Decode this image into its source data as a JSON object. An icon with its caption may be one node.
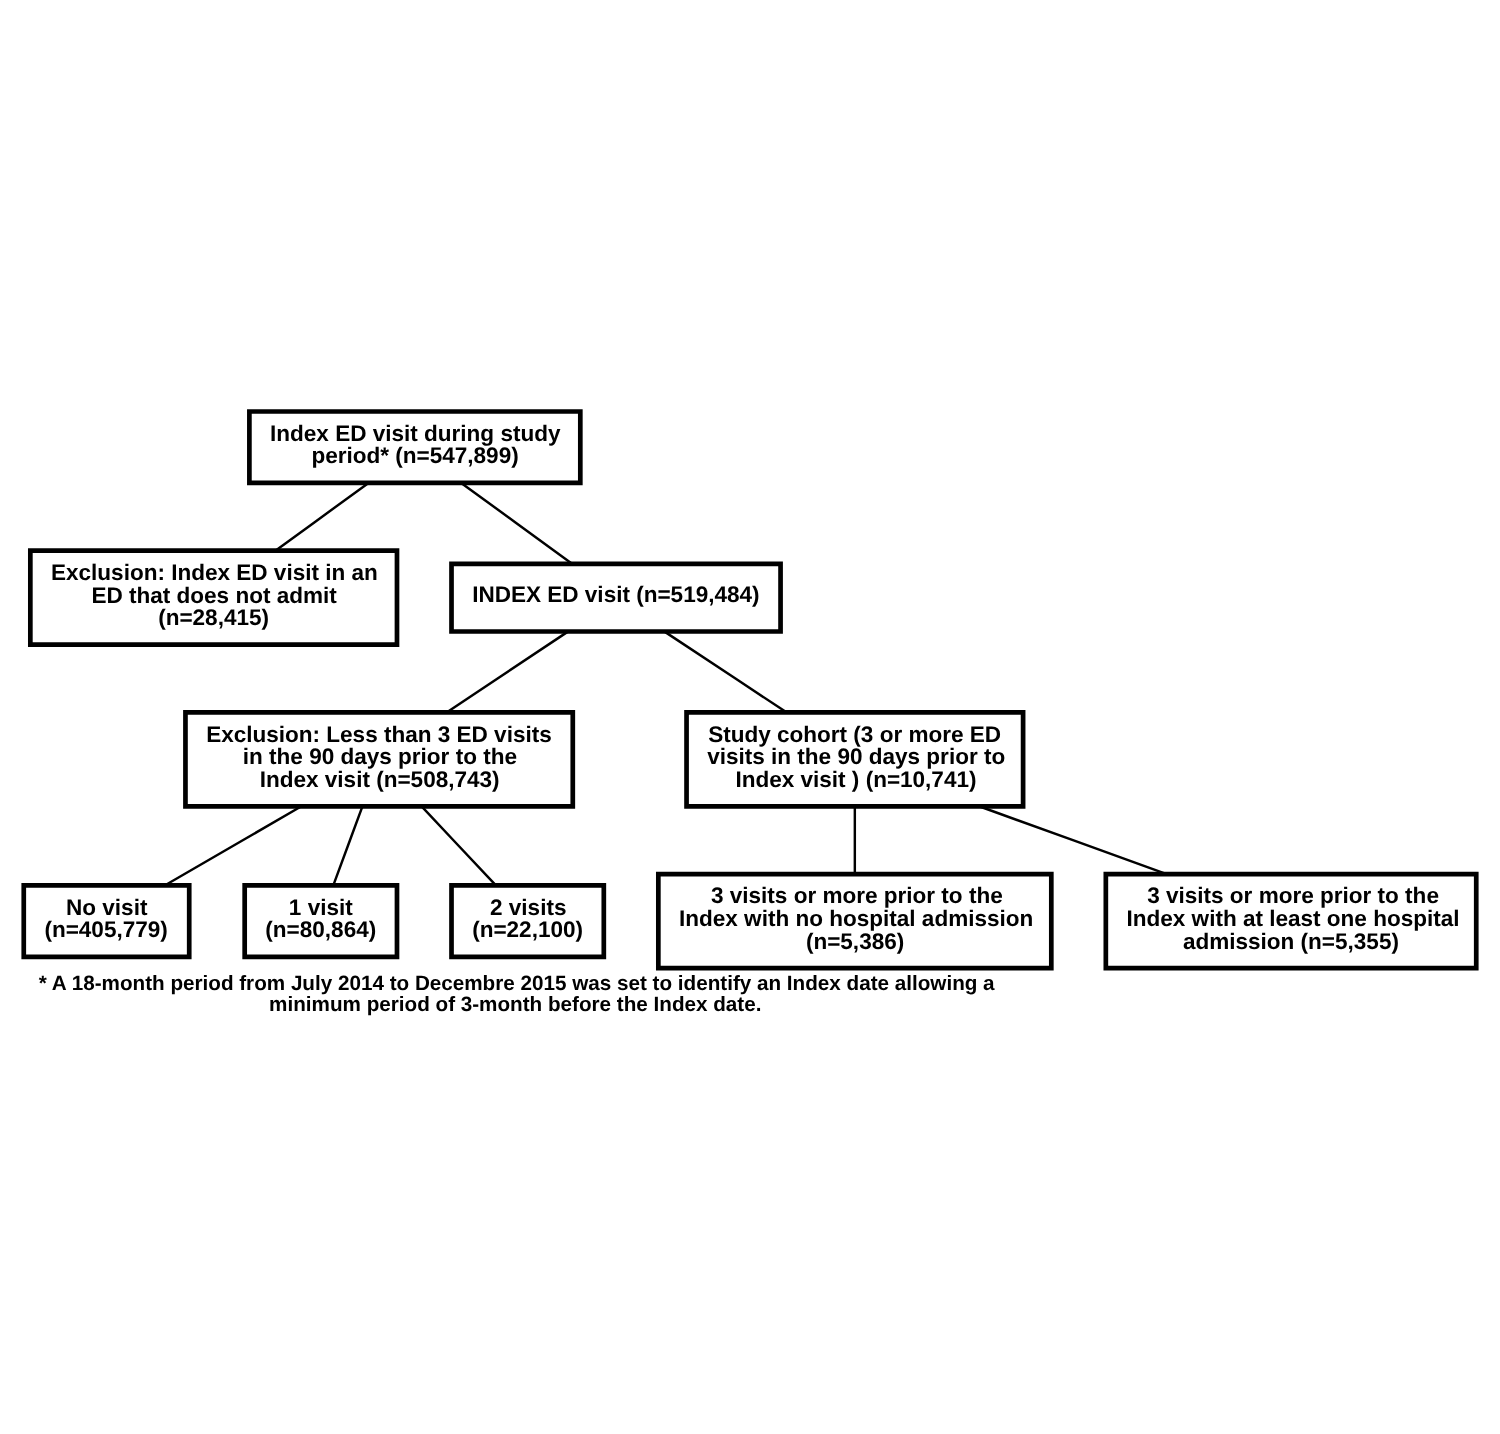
{
  "diagram": {
    "caption": "* A 18-month period from July 2014 to Decembre 2015 was set to identify an Index date allowing a minimum period of 3-month before the Index date.",
    "nodes": [
      {
        "text": [
          "Index ED visit during study period* (n=547,899)"
        ]
      },
      {
        "text": [
          "Exclusion: Index ED visit in an ED that does not admit (n=28,415)"
        ]
      },
      {
        "text": [
          "INDEX ED visit (n=519,484)"
        ]
      },
      {
        "text": [
          "Exclusion: Less than 3 ED visits in the 90 days prior to the Index visit (n=508,743)"
        ]
      },
      {
        "text": [
          "No visit (n=405,779)"
        ]
      },
      {
        "text": [
          "1 visit (n=80,864)"
        ]
      },
      {
        "text": [
          "2 visits (n=22,100)"
        ]
      },
      {
        "text": [
          "Study cohort (3 or more ED visits in the 90 days prior to Index visit ) (n=10,741)"
        ]
      },
      {
        "text": [
          "3 visits or more prior to the Index with no hospital admission (n=5,386)"
        ]
      },
      {
        "text": [
          "3 visits or more prior to the Index with at least one hospital admission (n=5,355)"
        ]
      }
    ],
    "edges": [
      {
        "from": 0,
        "to": 1,
        "arrow": "none"
      },
      {
        "from": 0,
        "to": 2,
        "arrow": "none"
      },
      {
        "from": 2,
        "to": 3,
        "arrow": "none"
      },
      {
        "from": 2,
        "to": 7,
        "arrow": "none"
      },
      {
        "from": 3,
        "to": 4,
        "arrow": "none"
      },
      {
        "from": 3,
        "to": 5,
        "arrow": "none"
      },
      {
        "from": 3,
        "to": 6,
        "arrow": "none"
      },
      {
        "from": 7,
        "to": 8,
        "arrow": "none"
      },
      {
        "from": 7,
        "to": 9,
        "arrow": "none"
      }
    ]
  }
}
